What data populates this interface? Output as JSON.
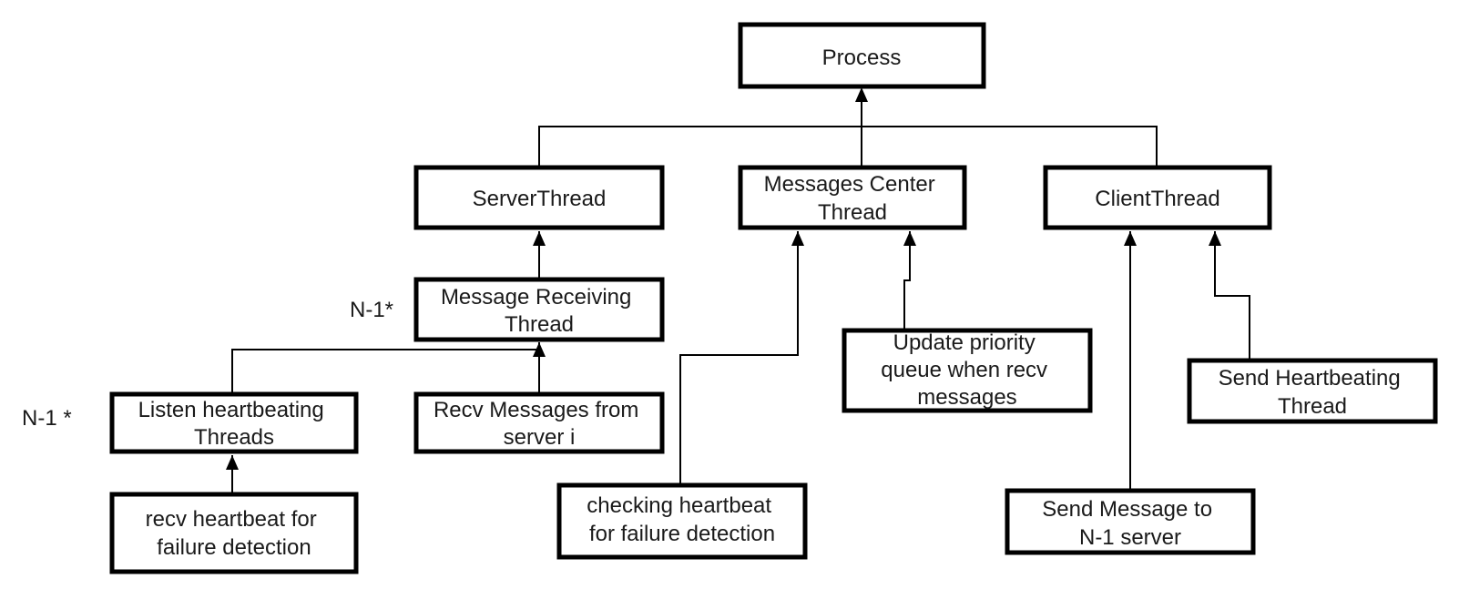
{
  "diagram": {
    "nodes": {
      "process": {
        "lines": [
          "Process"
        ]
      },
      "server_thread": {
        "lines": [
          "ServerThread"
        ]
      },
      "messages_center_thread": {
        "lines": [
          "Messages Center",
          "Thread"
        ]
      },
      "client_thread": {
        "lines": [
          "ClientThread"
        ]
      },
      "message_receiving_thread": {
        "lines": [
          "Message Receiving",
          "Thread"
        ]
      },
      "listen_heartbeating_threads": {
        "lines": [
          "Listen heartbeating",
          "Threads"
        ]
      },
      "recv_messages_from_server": {
        "lines": [
          "Recv Messages from",
          "server i"
        ]
      },
      "recv_heartbeat": {
        "lines": [
          "recv heartbeat for",
          "failure detection"
        ]
      },
      "checking_heartbeat": {
        "lines": [
          "checking heartbeat",
          "for failure detection"
        ]
      },
      "update_priority_queue": {
        "lines": [
          "Update priority",
          "queue when recv",
          "messages"
        ]
      },
      "send_heartbeating_thread": {
        "lines": [
          "Send Heartbeating",
          "Thread"
        ]
      },
      "send_message": {
        "lines": [
          "Send Message to",
          "N-1 server"
        ]
      }
    },
    "labels": {
      "message_receiving_multiplicity": "N-1*",
      "listen_heartbeating_multiplicity": "N-1 *"
    },
    "edges": [
      {
        "from": "server_thread",
        "to": "process"
      },
      {
        "from": "messages_center_thread",
        "to": "process"
      },
      {
        "from": "client_thread",
        "to": "process"
      },
      {
        "from": "message_receiving_thread",
        "to": "server_thread"
      },
      {
        "from": "listen_heartbeating_threads",
        "to": "message_receiving_thread"
      },
      {
        "from": "recv_messages_from_server",
        "to": "message_receiving_thread"
      },
      {
        "from": "recv_heartbeat",
        "to": "listen_heartbeating_threads"
      },
      {
        "from": "checking_heartbeat",
        "to": "messages_center_thread"
      },
      {
        "from": "update_priority_queue",
        "to": "messages_center_thread"
      },
      {
        "from": "send_message",
        "to": "client_thread"
      },
      {
        "from": "send_heartbeating_thread",
        "to": "client_thread"
      }
    ]
  }
}
